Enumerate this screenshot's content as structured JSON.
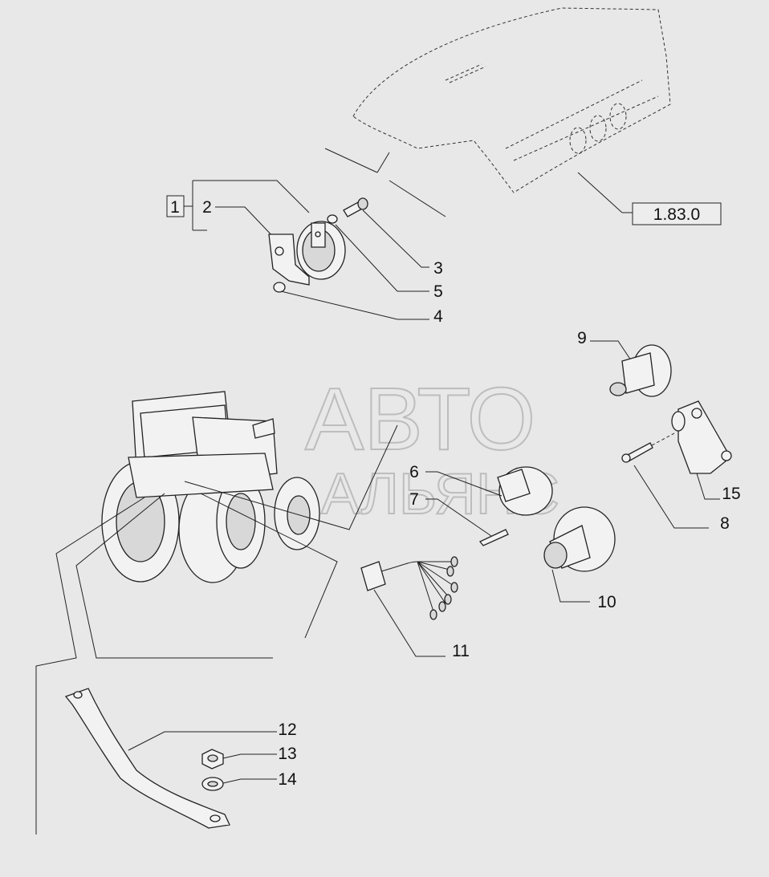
{
  "callouts": {
    "c1": "1",
    "c2": "2",
    "c3": "3",
    "c4": "4",
    "c5": "5",
    "c6": "6",
    "c7": "7",
    "c8": "8",
    "c9": "9",
    "c10": "10",
    "c11": "11",
    "c12": "12",
    "c13": "13",
    "c14": "14",
    "c15": "15"
  },
  "reference": "1.83.0",
  "watermark": {
    "line1": "АВТО",
    "line2": "АЛЬЯНС"
  }
}
